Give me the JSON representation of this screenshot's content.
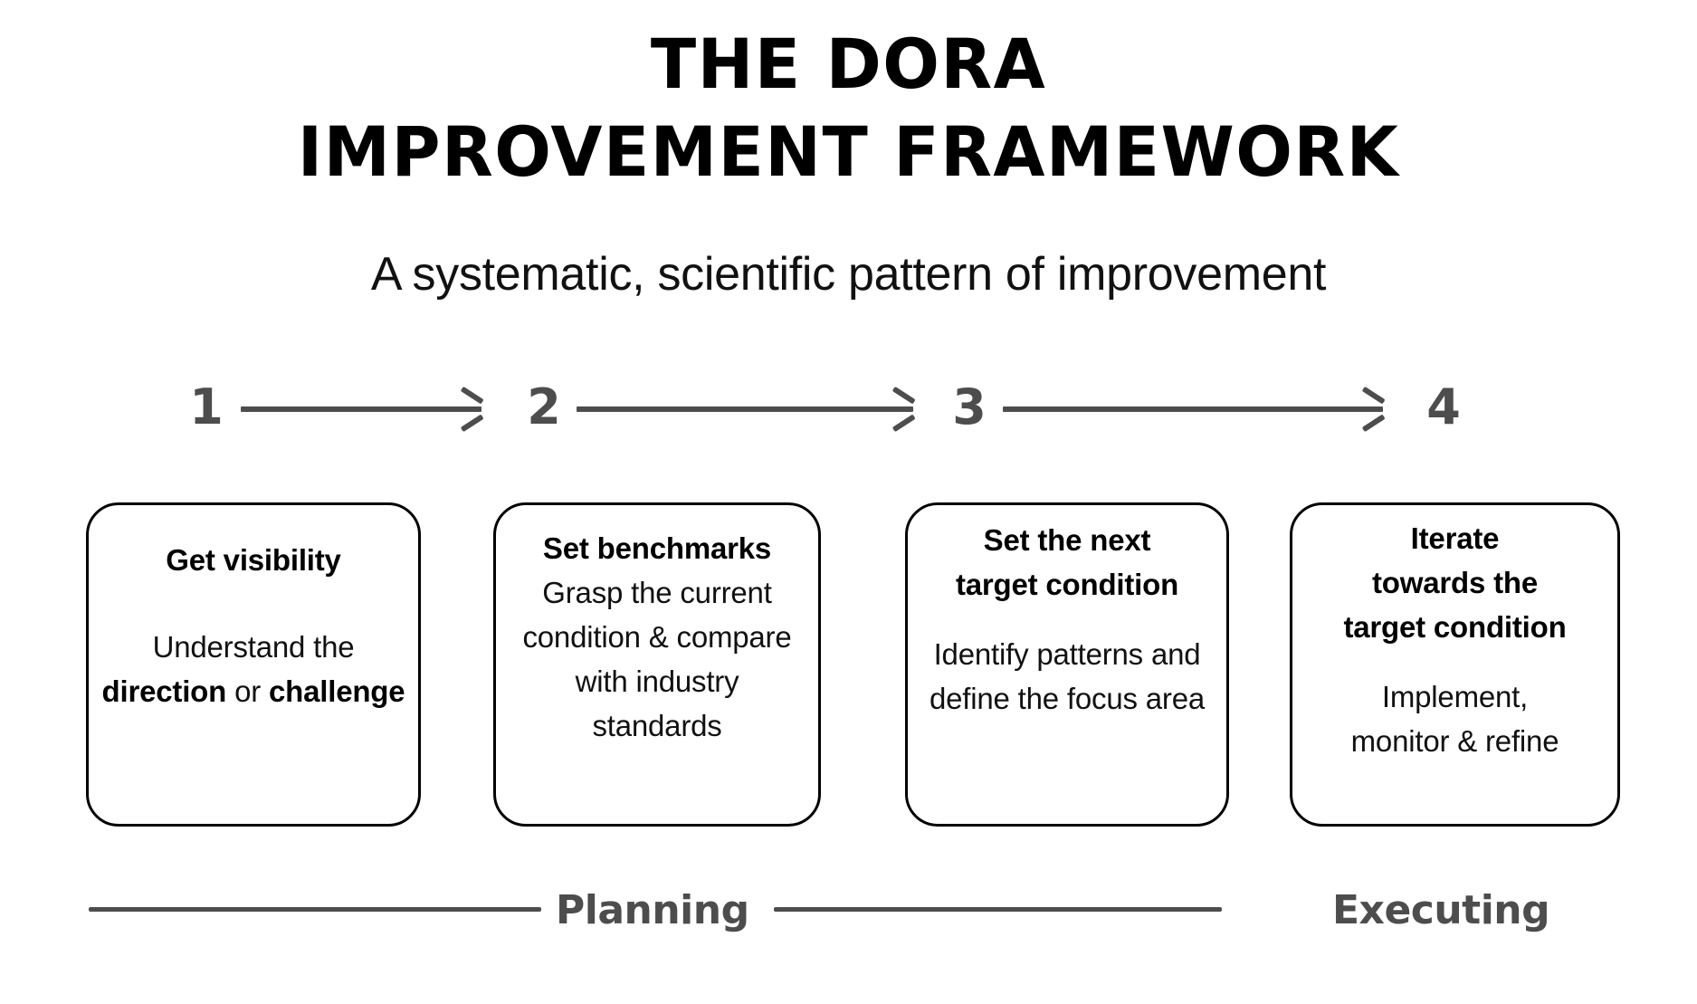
{
  "header": {
    "title_lines": [
      "THE DORA",
      "IMPROVEMENT FRAMEWORK"
    ],
    "subtitle": "A systematic, scientific pattern of improvement"
  },
  "steps": [
    {
      "number": "1"
    },
    {
      "number": "2"
    },
    {
      "number": "3"
    },
    {
      "number": "4"
    }
  ],
  "cards": [
    {
      "title": "Get visibility",
      "body_pre": "Understand the ",
      "body_bold1": "direction",
      "body_mid": " or ",
      "body_bold2": "challenge"
    },
    {
      "title": "Set benchmarks",
      "body": "Grasp the current condition & compare with industry standards"
    },
    {
      "title_line1": "Set the next",
      "title_line2": "target condition",
      "body": "Identify patterns and define the focus area"
    },
    {
      "title_line1": "Iterate",
      "title_line2": "towards the",
      "title_line3": "target condition",
      "body_line1": "Implement,",
      "body_line2": "monitor & refine"
    }
  ],
  "phases": {
    "planning_label": "Planning",
    "executing_label": "Executing"
  },
  "colors": {
    "background": "#ffffff",
    "text": "#000000",
    "accent_gray": "#4d4d4d",
    "card_border": "#000000"
  }
}
